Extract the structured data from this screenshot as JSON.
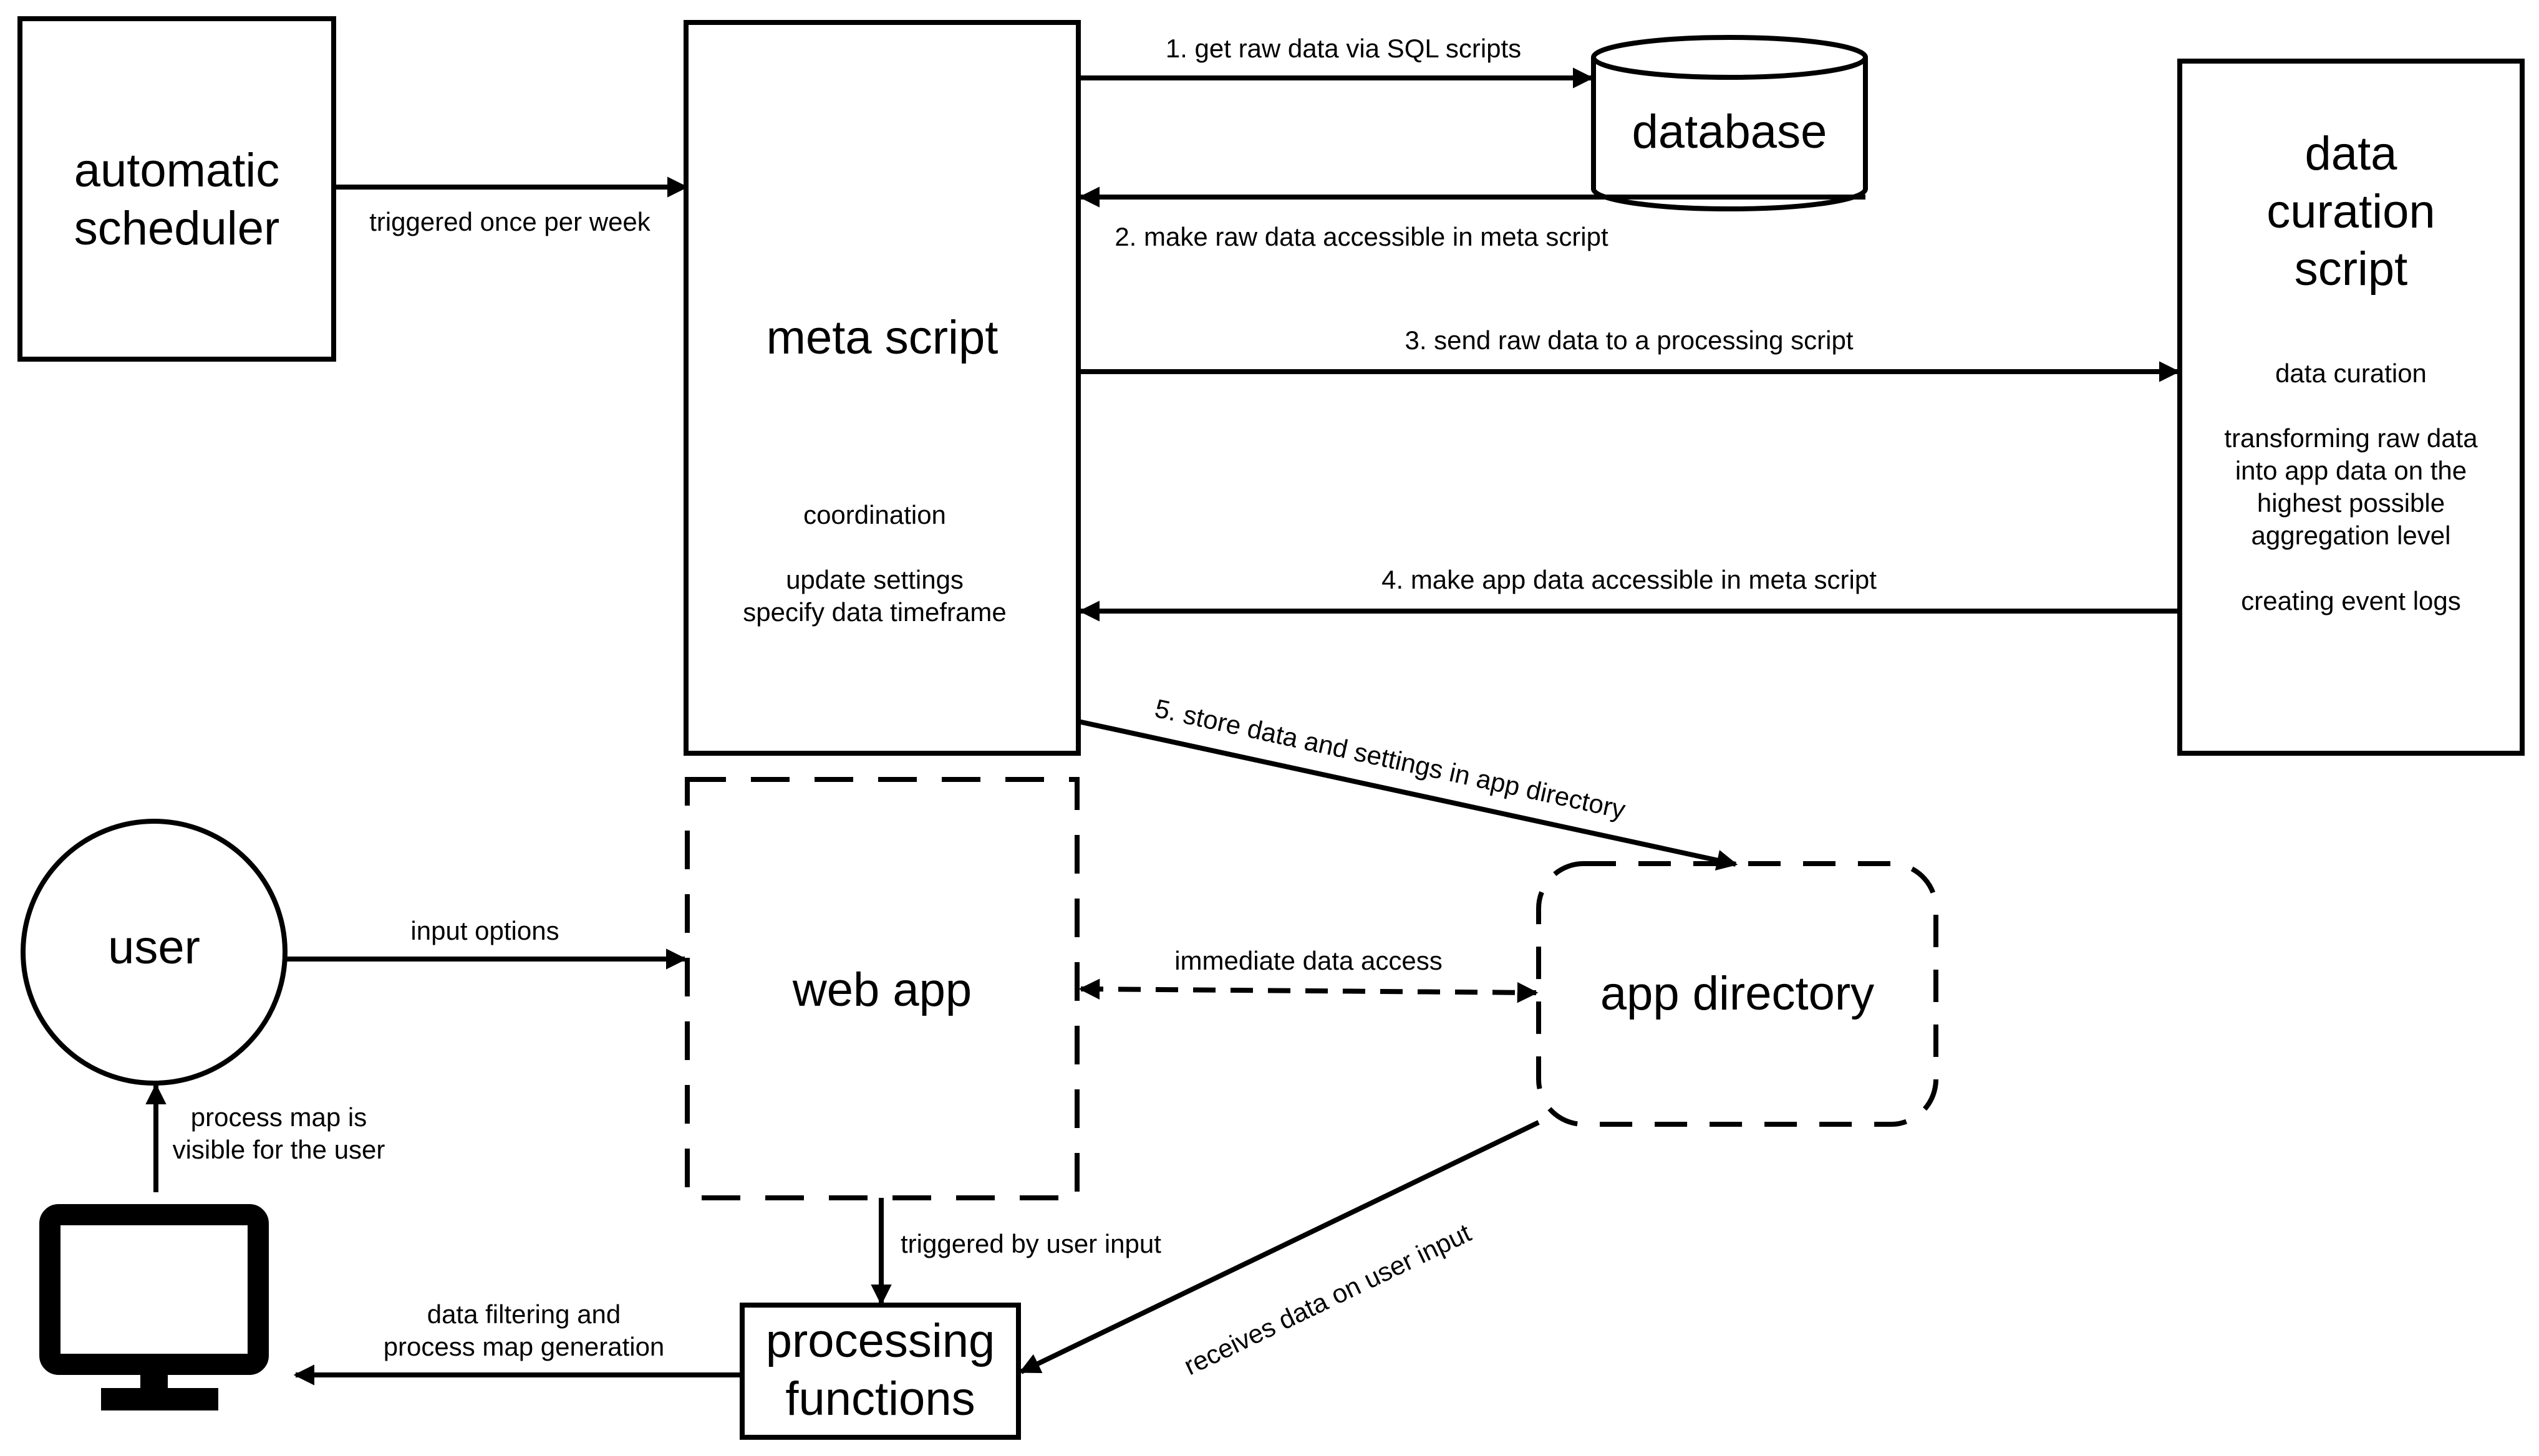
{
  "nodes": {
    "scheduler": {
      "title": "automatic\nscheduler"
    },
    "meta_script": {
      "title": "meta script",
      "notes": "coordination\n\nupdate settings\nspecify data timeframe"
    },
    "database": {
      "title": "database"
    },
    "curation_script": {
      "title": "data\ncuration\nscript",
      "notes": "data curation\n\ntransforming raw data\ninto app data on the\nhighest possible\naggregation level\n\ncreating event logs"
    },
    "user": {
      "title": "user"
    },
    "web_app": {
      "title": "web app"
    },
    "app_directory": {
      "title": "app directory"
    },
    "processing_functions": {
      "title": "processing\nfunctions"
    }
  },
  "edges": {
    "triggered_weekly": "triggered once per week",
    "get_raw_data": "1. get raw data via SQL scripts",
    "make_raw_accessible": "2. make raw data accessible in meta script",
    "send_raw_data": "3. send raw data to a processing script",
    "make_app_accessible": "4. make app data accessible in meta script",
    "store_data": "5. store data and settings in app directory",
    "input_options": "input options",
    "immediate_access": "immediate data access",
    "process_map_visible": "process map is\nvisible for the user",
    "triggered_by_user": "triggered by user input",
    "data_filtering": "data filtering and\nprocess map generation",
    "receives_data": "receives data on user input"
  }
}
